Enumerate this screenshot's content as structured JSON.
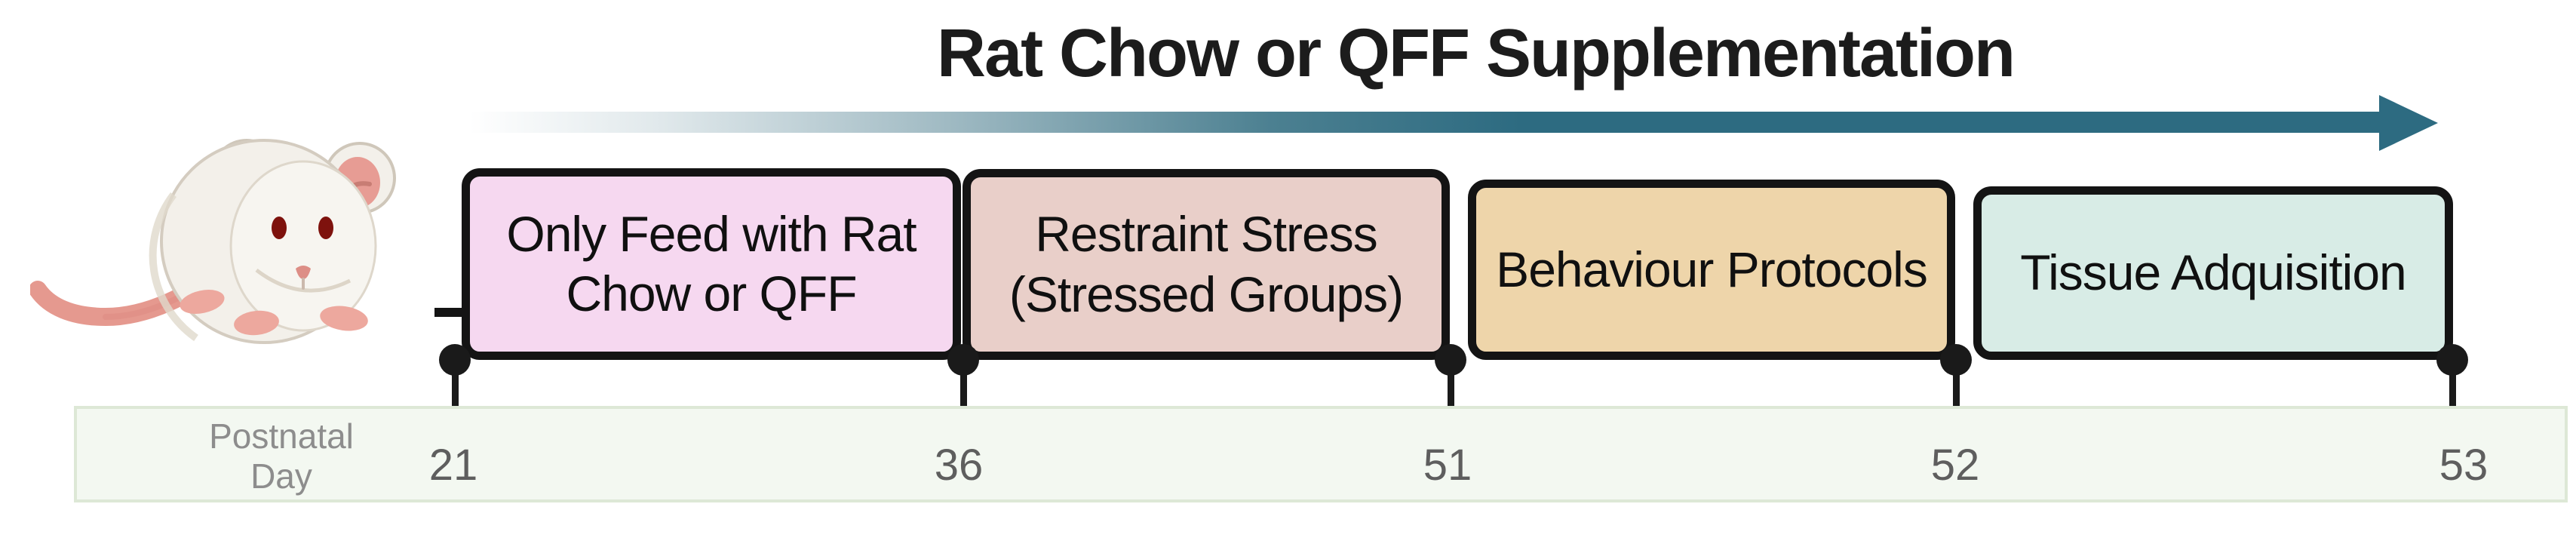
{
  "title": "Rat Chow or QFF Supplementation",
  "arrow": {
    "direction": "right",
    "color": "#2d6b81"
  },
  "phases": [
    {
      "label": "Only Feed with Rat\nChow or QFF",
      "fill": "#f6d8f0",
      "from_day": "21",
      "to_day": "36"
    },
    {
      "label": "Restraint Stress\n(Stressed Groups)",
      "fill": "#e9cfc9",
      "from_day": "36",
      "to_day": "51"
    },
    {
      "label": "Behaviour Protocols",
      "fill": "#eed5aa",
      "from_day": "51",
      "to_day": "52"
    },
    {
      "label": "Tissue Adquisition",
      "fill": "#d8ece6",
      "from_day": "52",
      "to_day": "53"
    }
  ],
  "timeline": {
    "axis_label": "Postnatal\nDay",
    "days": [
      "21",
      "36",
      "51",
      "52",
      "53"
    ],
    "strip_bg": "#f3f8f1",
    "strip_border": "#dde8d6",
    "label_color": "#8d8d8d",
    "number_color": "#5e5e5e"
  },
  "illustration": {
    "name": "white-laboratory-rat"
  }
}
